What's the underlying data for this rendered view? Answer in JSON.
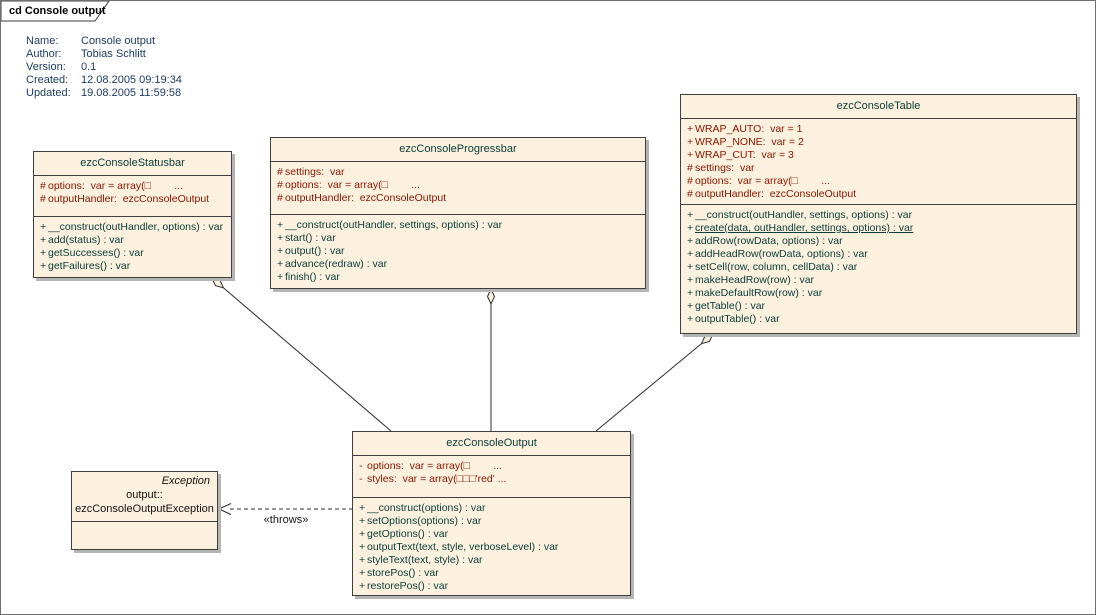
{
  "frame": {
    "label": "cd Console output"
  },
  "metadata": {
    "rows": [
      {
        "label": "Name:",
        "value": "Console output"
      },
      {
        "label": "Author:",
        "value": "Tobias Schlitt"
      },
      {
        "label": "Version:",
        "value": "0.1"
      },
      {
        "label": "Created:",
        "value": "12.08.2005 09:19:34"
      },
      {
        "label": "Updated:",
        "value": "19.08.2005 11:59:58"
      }
    ]
  },
  "classes": [
    {
      "id": "statusbar",
      "name": "ezcConsoleStatusbar",
      "attributes": [
        {
          "vis": "#",
          "text": "options:  var = array(□        ..."
        },
        {
          "vis": "#",
          "text": "outputHandler:  ezcConsoleOutput"
        }
      ],
      "methods": [
        {
          "vis": "+",
          "text": "__construct(outHandler, options) : var"
        },
        {
          "vis": "+",
          "text": "add(status) : var"
        },
        {
          "vis": "+",
          "text": "getSuccesses() : var"
        },
        {
          "vis": "+",
          "text": "getFailures() : var"
        }
      ]
    },
    {
      "id": "progressbar",
      "name": "ezcConsoleProgressbar",
      "attributes": [
        {
          "vis": "#",
          "text": "settings:  var"
        },
        {
          "vis": "#",
          "text": "options:  var = array(□        ..."
        },
        {
          "vis": "#",
          "text": "outputHandler:  ezcConsoleOutput"
        }
      ],
      "methods": [
        {
          "vis": "+",
          "text": "__construct(outHandler, settings, options) : var"
        },
        {
          "vis": "+",
          "text": "start() : var"
        },
        {
          "vis": "+",
          "text": "output() : var"
        },
        {
          "vis": "+",
          "text": "advance(redraw) : var"
        },
        {
          "vis": "+",
          "text": "finish() : var"
        }
      ]
    },
    {
      "id": "table",
      "name": "ezcConsoleTable",
      "attributes": [
        {
          "vis": "+",
          "text": "WRAP_AUTO:  var = 1"
        },
        {
          "vis": "+",
          "text": "WRAP_NONE:  var = 2"
        },
        {
          "vis": "+",
          "text": "WRAP_CUT:  var = 3"
        },
        {
          "vis": "#",
          "text": "settings:  var"
        },
        {
          "vis": "#",
          "text": "options:  var = array(□        ..."
        },
        {
          "vis": "#",
          "text": "outputHandler:  ezcConsoleOutput"
        }
      ],
      "methods": [
        {
          "vis": "+",
          "text": "__construct(outHandler, settings, options) : var"
        },
        {
          "vis": "+",
          "text": "create(data, outHandler, settings, options) : var",
          "underline": true
        },
        {
          "vis": "+",
          "text": "addRow(rowData, options) : var"
        },
        {
          "vis": "+",
          "text": "addHeadRow(rowData, options) : var"
        },
        {
          "vis": "+",
          "text": "setCell(row, column, cellData) : var"
        },
        {
          "vis": "+",
          "text": "makeHeadRow(row) : var"
        },
        {
          "vis": "+",
          "text": "makeDefaultRow(row) : var"
        },
        {
          "vis": "+",
          "text": "getTable() : var"
        },
        {
          "vis": "+",
          "text": "outputTable() : var"
        }
      ]
    },
    {
      "id": "output",
      "name": "ezcConsoleOutput",
      "attributes": [
        {
          "vis": "-",
          "text": "options:  var = array(□        ..."
        },
        {
          "vis": "-",
          "text": "styles:  var = array(□□□'red' ..."
        }
      ],
      "methods": [
        {
          "vis": "+",
          "text": "__construct(options) : var"
        },
        {
          "vis": "+",
          "text": "setOptions(options) : var"
        },
        {
          "vis": "+",
          "text": "getOptions() : var"
        },
        {
          "vis": "+",
          "text": "outputText(text, style, verboseLevel) : var"
        },
        {
          "vis": "+",
          "text": "styleText(text, style) : var"
        },
        {
          "vis": "+",
          "text": "storePos() : var"
        },
        {
          "vis": "+",
          "text": "restorePos() : var"
        }
      ]
    }
  ],
  "exception": {
    "parent": "Exception",
    "namespace": "output::",
    "name": "ezcConsoleOutputException"
  },
  "relations": {
    "throws_label": "«throws»"
  },
  "colors": {
    "box_fill": "#FBF1DE",
    "box_border": "#3f3f3f",
    "attribute_text": "#8B1500",
    "method_text": "#0A3C3C",
    "metadata_text": "#1E3C64",
    "shadow": "#b5b5b5",
    "wire": "#2e2e2e"
  }
}
